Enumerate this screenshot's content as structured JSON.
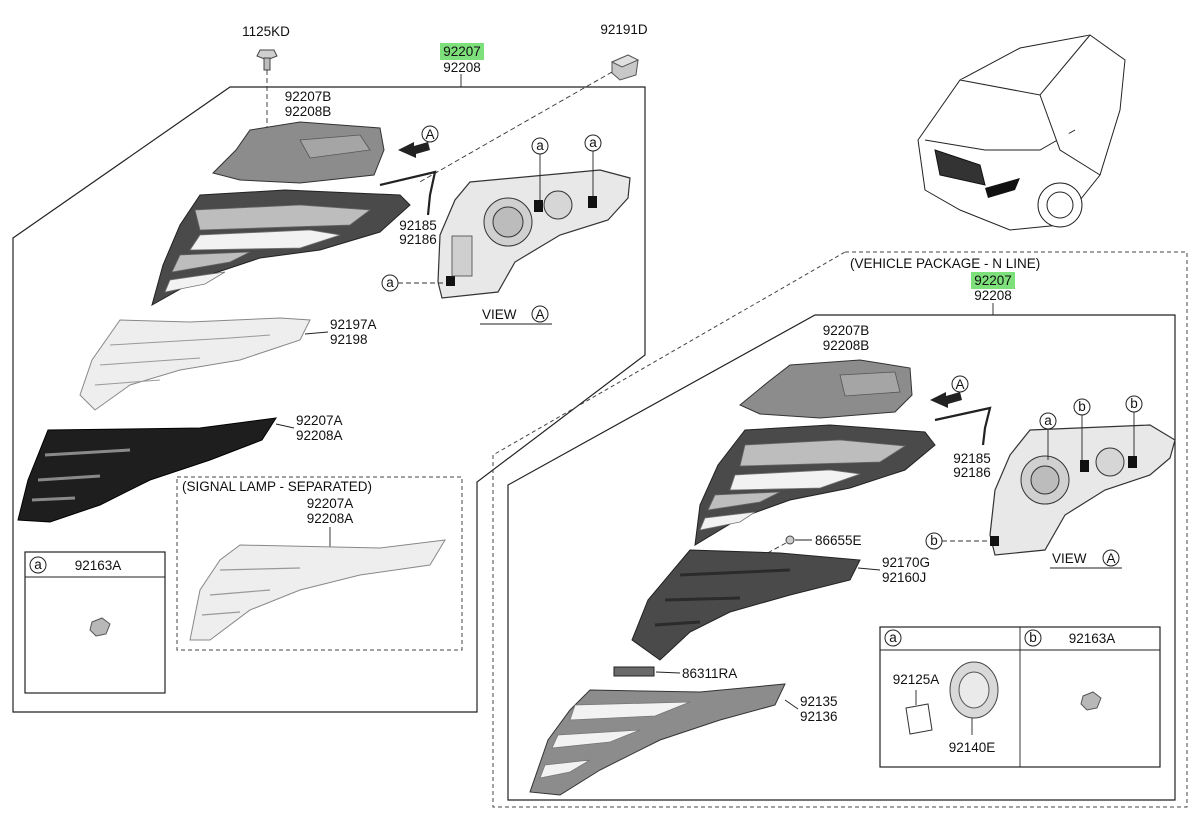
{
  "colors": {
    "highlight": "#7ee07a",
    "line": "#222222"
  },
  "left_panel": {
    "main_part_a": "92207",
    "main_part_b": "92208",
    "bolt": "1125KD",
    "clip": "92191D",
    "cover_a": "92207B",
    "cover_b": "92208B",
    "strip_a": "92185",
    "strip_b": "92186",
    "bezel_a": "92197A",
    "bezel_b": "92198",
    "garnish_a": "92207A",
    "garnish_b": "92208A",
    "view_label": "VIEW",
    "view_letter": "A",
    "arrow_letter": "A",
    "callout_a": "a",
    "legend_a": {
      "letter": "a",
      "part": "92163A"
    },
    "signal_box": {
      "title": "(SIGNAL LAMP - SEPARATED)",
      "part_a": "92207A",
      "part_b": "92208A"
    }
  },
  "right_panel": {
    "package_title": "(VEHICLE PACKAGE - N LINE)",
    "main_part_a": "92207",
    "main_part_b": "92208",
    "cover_a": "92207B",
    "cover_b": "92208B",
    "strip_a": "92185",
    "strip_b": "92186",
    "screw": "86655E",
    "bezel_a": "92170G",
    "bezel_b": "92160J",
    "bracket": "86311RA",
    "garnish_a": "92135",
    "garnish_b": "92136",
    "view_label": "VIEW",
    "view_letter": "A",
    "arrow_letter": "A",
    "callout_a": "a",
    "callout_b": "b",
    "legend": {
      "a": {
        "letter": "a",
        "part_gasket": "92125A",
        "part_cap": "92140E"
      },
      "b": {
        "letter": "b",
        "part": "92163A"
      }
    }
  }
}
